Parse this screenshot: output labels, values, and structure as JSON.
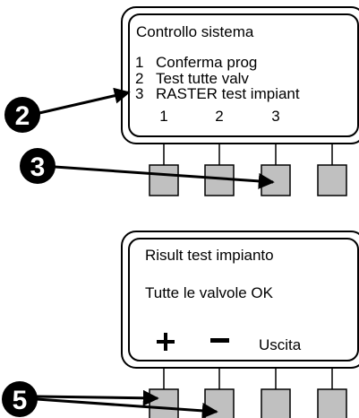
{
  "colors": {
    "outline": "#000000",
    "button_fill": "#c0c0c0",
    "callout_fill": "#000000",
    "callout_text": "#ffffff"
  },
  "screen1": {
    "title": "Controllo sistema",
    "menu": [
      {
        "num": "1",
        "label": "Conferma prog"
      },
      {
        "num": "2",
        "label": "Test tutte valv"
      },
      {
        "num": "3",
        "label": "RASTER test impiant"
      }
    ],
    "softkeys": [
      "1",
      "2",
      "3"
    ]
  },
  "screen2": {
    "title": "Risult test impianto",
    "message": "Tutte le valvole OK",
    "softkeys": {
      "plus": "+",
      "minus": "−",
      "exit": "Uscita"
    }
  },
  "callouts": [
    "2",
    "3",
    "5"
  ],
  "icons": {
    "plus": "plus-icon",
    "minus": "minus-icon",
    "arrow": "arrow-icon"
  }
}
